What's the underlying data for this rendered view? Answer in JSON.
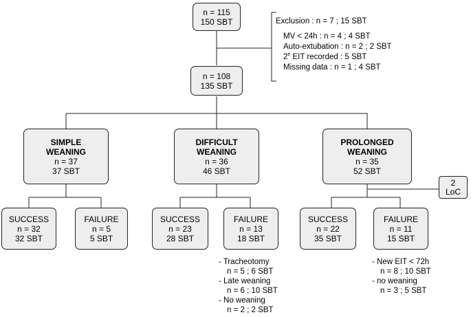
{
  "top": {
    "n": "n = 115",
    "sbt": "150 SBT"
  },
  "exclusion": {
    "title": "Exclusion : n = 7 ; 15 SBT",
    "mv": "MV < 24h : n = 4 ; 4 SBT",
    "auto": "Auto-extubation : n = 2 ; 2 SBT",
    "eit_num": "2",
    "eit_sup": "e",
    "eit_rest": " EIT recorded : 5 SBT",
    "missing": "Missing data : n = 1 ; 4 SBT"
  },
  "middle": {
    "n": "n = 108",
    "sbt": "135 SBT"
  },
  "simple": {
    "title1": "SIMPLE",
    "title2": "WEANING",
    "n": "n = 37",
    "sbt": "37 SBT",
    "success": {
      "label": "SUCCESS",
      "n": "n = 32",
      "sbt": "32 SBT"
    },
    "failure": {
      "label": "FAILURE",
      "n": "n = 5",
      "sbt": "5 SBT"
    }
  },
  "difficult": {
    "title1": "DIFFICULT",
    "title2": "WEANING",
    "n": "n = 36",
    "sbt": "46 SBT",
    "success": {
      "label": "SUCCESS",
      "n": "n = 23",
      "sbt": "28 SBT"
    },
    "failure": {
      "label": "FAILURE",
      "n": "n = 13",
      "sbt": "18 SBT"
    },
    "notes": [
      "- Tracheotomy",
      "n = 5 ; 6 SBT",
      "- Late weaning",
      "n =  6 ; 10 SBT",
      "- No weaning",
      "n =  2 ; 2 SBT"
    ]
  },
  "prolonged": {
    "title1": "PROLONGED",
    "title2": "WEANING",
    "n": "n = 35",
    "sbt": "52 SBT",
    "success": {
      "label": "SUCCESS",
      "n": "n = 22",
      "sbt": "35 SBT"
    },
    "failure": {
      "label": "FAILURE",
      "n": "n = 11",
      "sbt": "15 SBT"
    },
    "notes": [
      "- New EIT < 72h",
      "n = 8 ; 10 SBT",
      "- no weaning",
      "n = 3 ; 5 SBT"
    ]
  },
  "loc": {
    "n": "2",
    "label": "LoC"
  }
}
